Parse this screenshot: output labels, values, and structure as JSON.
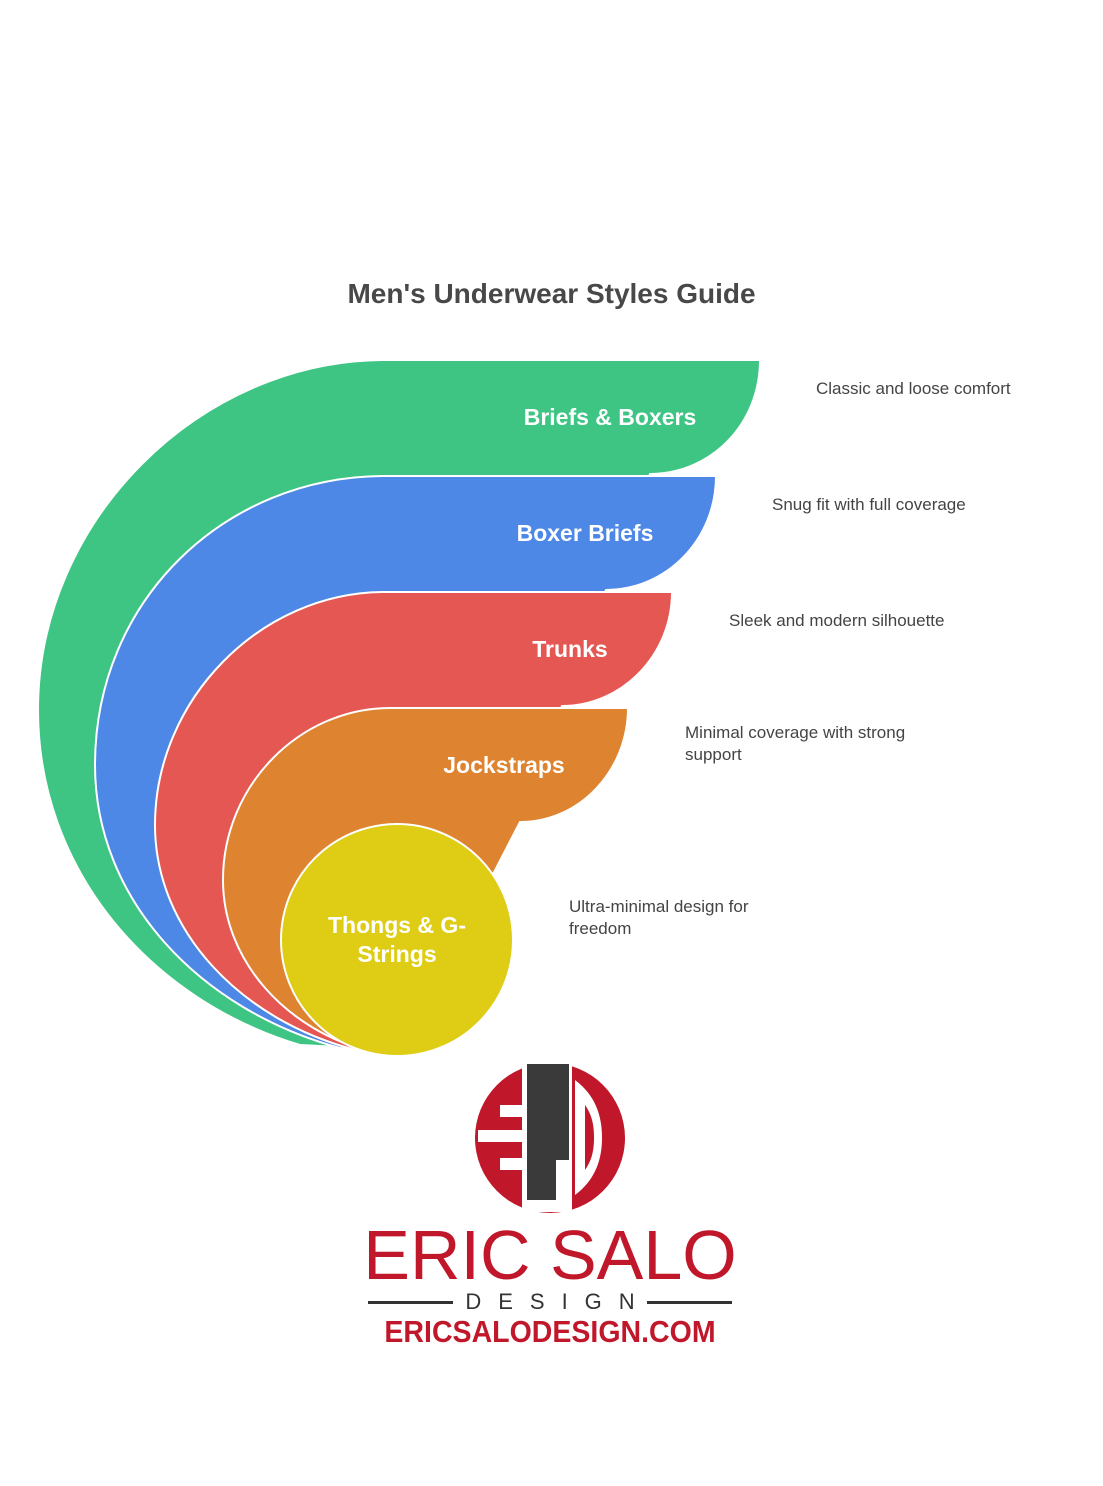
{
  "title": "Men's Underwear Styles Guide",
  "layers": [
    {
      "label": "Briefs & Boxers",
      "description": "Classic and loose comfort",
      "color": "#3ec584"
    },
    {
      "label": "Boxer Briefs",
      "description": "Snug fit with full coverage",
      "color": "#4e88e6"
    },
    {
      "label": "Trunks",
      "description": "Sleek and modern silhouette",
      "color": "#e55753"
    },
    {
      "label": "Jockstraps",
      "description": "Minimal coverage with strong support",
      "color": "#de832f"
    },
    {
      "label": "Thongs & G-Strings",
      "description": "Ultra-minimal design for freedom",
      "color": "#dfcc15"
    }
  ],
  "logo": {
    "monogram": "ESD",
    "name": "ERIC SALO",
    "subtitle": "DESIGN",
    "url": "ERICSALODESIGN.COM",
    "red": "#c0182a",
    "dark": "#3a3a3a"
  }
}
